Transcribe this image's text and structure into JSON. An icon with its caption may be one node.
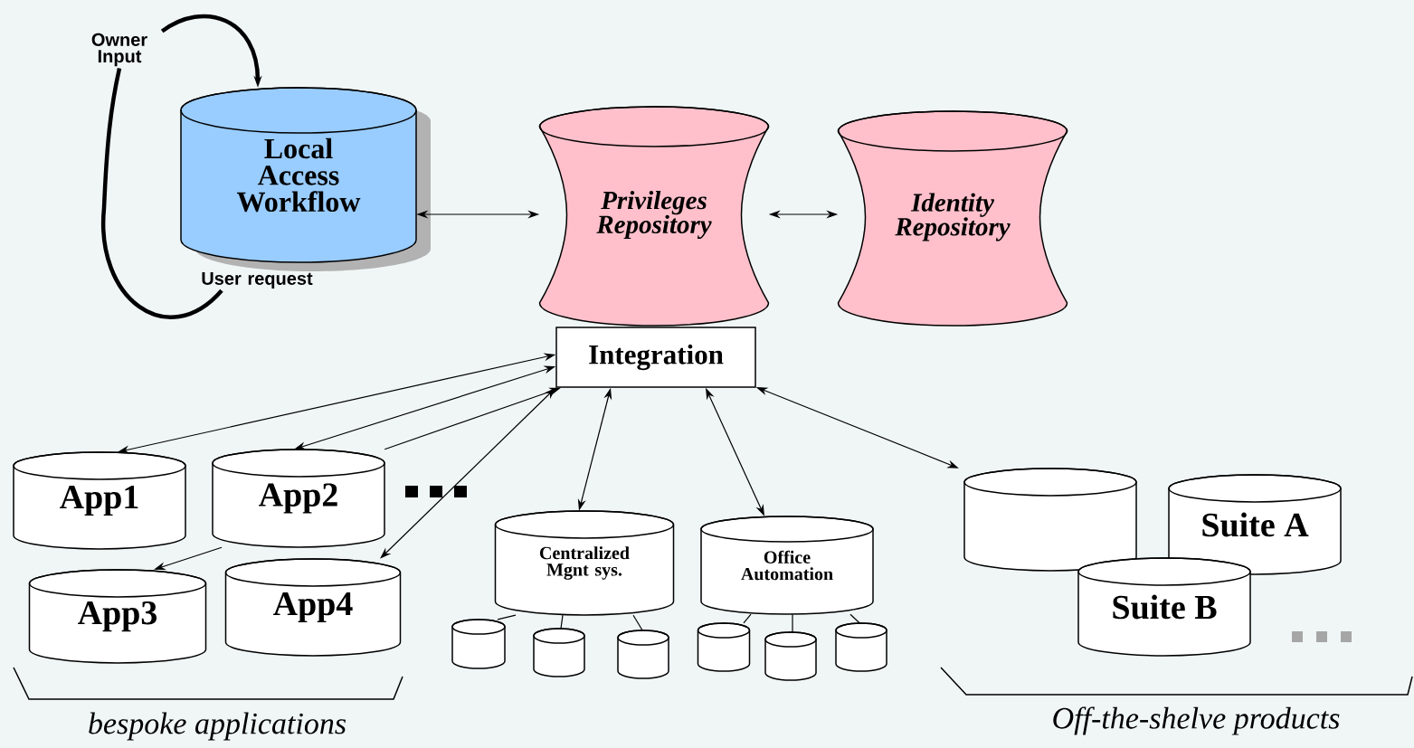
{
  "diagram": {
    "nodes": [
      {
        "text": [
          "Local Access Workflow"
        ]
      },
      {
        "text": [
          "Privileges Repository"
        ]
      },
      {
        "text": [
          "Identity Repository"
        ]
      },
      {
        "text": [
          "Integration"
        ]
      },
      {
        "text": [
          "App1"
        ]
      },
      {
        "text": [
          "App2"
        ]
      },
      {
        "text": [
          "App3"
        ]
      },
      {
        "text": [
          "App4"
        ]
      },
      {
        "text": [
          "Centralized Mgnt sys."
        ]
      },
      {
        "text": [
          "Office Automation"
        ]
      },
      {
        "text": [],
        "shape": "cylinder"
      },
      {
        "text": [],
        "shape": "cylinder"
      },
      {
        "text": [],
        "shape": "cylinder"
      },
      {
        "text": [],
        "shape": "cylinder"
      },
      {
        "text": [],
        "shape": "cylinder"
      },
      {
        "text": [],
        "shape": "cylinder"
      },
      {
        "text": [],
        "shape": "cylinder"
      },
      {
        "text": [
          "Suite A"
        ]
      },
      {
        "text": [
          "Suite B"
        ]
      },
      {
        "text": [
          "Owner Input"
        ]
      },
      {
        "text": [
          "User request"
        ]
      }
    ],
    "edges": [
      {
        "from": 0,
        "to": 1,
        "arrow": "both"
      },
      {
        "from": 1,
        "to": 2,
        "arrow": "both"
      },
      {
        "from": 19,
        "to": 0,
        "arrow": "to",
        "style": "thick"
      },
      {
        "from": 20,
        "to": 19,
        "arrow": "none",
        "style": "thick"
      },
      {
        "from": 3,
        "to": 4,
        "arrow": "both"
      },
      {
        "from": 3,
        "to": 5,
        "arrow": "both"
      },
      {
        "from": 5,
        "to": 3,
        "arrow": "to"
      },
      {
        "from": 3,
        "to": 7,
        "arrow": "both"
      },
      {
        "from": 5,
        "to": 6,
        "arrow": "to"
      },
      {
        "from": 3,
        "to": 8,
        "arrow": "both"
      },
      {
        "from": 3,
        "to": 9,
        "arrow": "both"
      },
      {
        "from": 3,
        "to": 16,
        "arrow": "both"
      },
      {
        "from": 8,
        "to": 10,
        "arrow": "none"
      },
      {
        "from": 8,
        "to": 11,
        "arrow": "none"
      },
      {
        "from": 8,
        "to": 12,
        "arrow": "none"
      },
      {
        "from": 9,
        "to": 13,
        "arrow": "none"
      },
      {
        "from": 9,
        "to": 14,
        "arrow": "none"
      },
      {
        "from": 9,
        "to": 15,
        "arrow": "none"
      }
    ],
    "labels": [
      "bespoke applications",
      "Off-the-shelve products"
    ]
  }
}
